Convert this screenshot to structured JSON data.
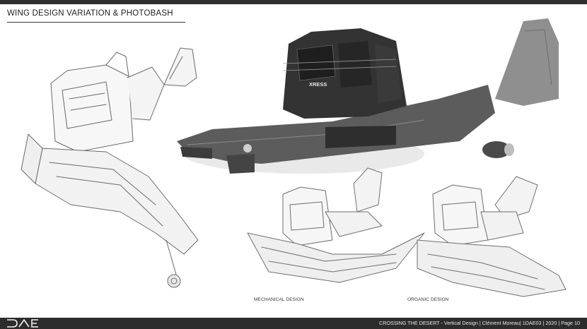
{
  "page": {
    "title": "WING DESIGN VARIATION & PHOTOBASH"
  },
  "artwork": {
    "decal_text": "XRESS",
    "captions": {
      "mechanical": "MECHANICAL DESIGN",
      "organic": "ORGANIC DESIGN"
    }
  },
  "footer": {
    "logo_text": "DAE",
    "text": "CROSSING THE DESERT - Vertical Design | Clément Moreau| 1DAE03 | 2020 | Page 10"
  },
  "colors": {
    "footer_bg": "#2c2c2c",
    "top_bar": "#2f2f2f",
    "sketch_stroke": "#6a6a6a",
    "render_dark": "#2a2a2a"
  }
}
